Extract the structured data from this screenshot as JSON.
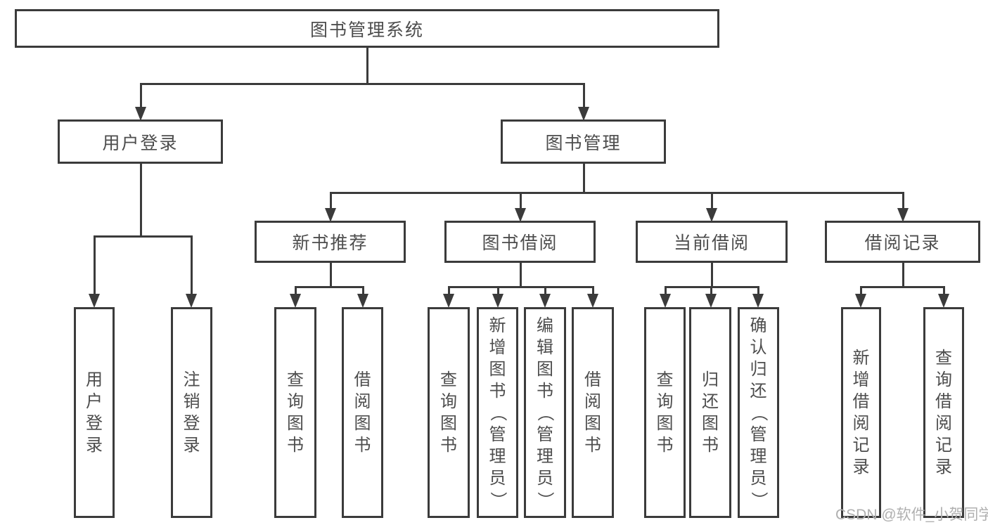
{
  "diagram": {
    "root": {
      "label": "图书管理系统"
    },
    "level2": {
      "user_login": {
        "label": "用户登录"
      },
      "book_management": {
        "label": "图书管理"
      }
    },
    "level3": {
      "new_book_recommendation": {
        "label": "新书推荐"
      },
      "book_borrowing": {
        "label": "图书借阅"
      },
      "current_borrowing": {
        "label": "当前借阅"
      },
      "borrowing_records": {
        "label": "借阅记录"
      }
    },
    "leaves": {
      "user_login": {
        "label": "用户登录"
      },
      "logout_login": {
        "label": "注销登录"
      },
      "nb_query_books": {
        "label": "查询图书"
      },
      "nb_borrow_books": {
        "label": "借阅图书"
      },
      "bb_query_books": {
        "label": "查询图书"
      },
      "bb_add_books_admin": {
        "label": "新增图书（管理员）"
      },
      "bb_edit_books_admin": {
        "label": "编辑图书（管理员）"
      },
      "bb_borrow_books": {
        "label": "借阅图书"
      },
      "cb_query_books": {
        "label": "查询图书"
      },
      "cb_return_books": {
        "label": "归还图书"
      },
      "cb_confirm_return_admin": {
        "label": "确认归还（管理员）"
      },
      "br_add_record": {
        "label": "新增借阅记录"
      },
      "br_query_record": {
        "label": "查询借阅记录"
      }
    },
    "watermark": "CSDN @软件_小贺同学",
    "colors": {
      "line": "#3b3b3b",
      "text": "#4d4d4d",
      "watermark": "#b0b0b0",
      "background": "#ffffff"
    }
  }
}
